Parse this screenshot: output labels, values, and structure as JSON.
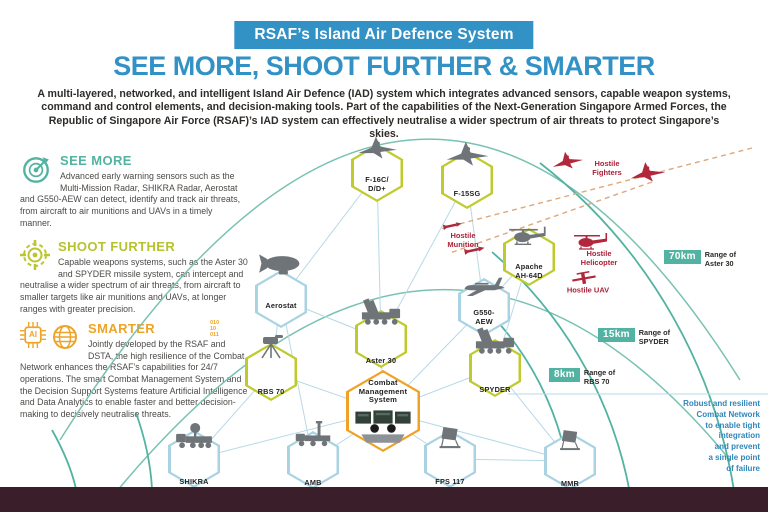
{
  "header": {
    "banner": "RSAF’s Island Air Defence System",
    "title": "SEE MORE, SHOOT FURTHER & SMARTER",
    "intro": "A multi-layered, networked, and intelligent Island Air Defence (IAD) system which integrates advanced sensors, capable weapon systems, command and control elements, and decision-making tools. Part of the capabilities of the Next-Generation Singapore Armed Forces, the Republic of Singapore Air Force (RSAF)’s IAD system can effectively neutralise a wider spectrum of air threats to protect Singapore’s skies."
  },
  "sections": {
    "see_more": {
      "title": "SEE MORE",
      "body": "Advanced early warning sensors such as the Multi-Mission Radar, SHIKRA Radar, Aerostat and G550-AEW can detect, identify and track air threats, from aircraft to air munitions and UAVs in a timely manner."
    },
    "shoot_further": {
      "title": "SHOOT FURTHER",
      "body": "Capable weapons systems, such as the Aster 30 and SPYDER missile system, can intercept and neutralise a wider spectrum of air threats, from aircraft to smaller targets like air munitions and UAVs, at longer ranges with greater precision."
    },
    "smarter": {
      "title": "SMARTER",
      "chip_label": "AI",
      "binary": "010\n10\n011",
      "body": "Jointly developed by the RSAF and DSTA, the high resilience of the Combat Network enhances the RSAF’s capabilities for 24/7 operations. The smart Combat Management System and the Decision Support Systems feature Artificial Intelligence and Data Analytics to enable faster and better decision-making to decisively neutralise threats."
    }
  },
  "diagram": {
    "nodes": [
      {
        "id": "f16",
        "label": "F-16C/\nD/D+"
      },
      {
        "id": "f15",
        "label": "F-15SG"
      },
      {
        "id": "apache",
        "label": "Apache\nAH-64D"
      },
      {
        "id": "aerostat",
        "label": "Aerostat"
      },
      {
        "id": "g550",
        "label": "G550-\nAEW"
      },
      {
        "id": "aster30",
        "label": "Aster 30"
      },
      {
        "id": "rbs70",
        "label": "RBS 70"
      },
      {
        "id": "spyder",
        "label": "SPYDER"
      },
      {
        "id": "cms",
        "label": "Combat\nManagement\nSystem"
      },
      {
        "id": "shikra",
        "label": "SHIKRA"
      },
      {
        "id": "amb",
        "label": "AMB"
      },
      {
        "id": "fps117",
        "label": "FPS 117"
      },
      {
        "id": "mmr",
        "label": "MMR"
      }
    ],
    "hostiles": [
      {
        "id": "hostile-fighters",
        "label": "Hostile\nFighters"
      },
      {
        "id": "hostile-munition",
        "label": "Hostile\nMunition"
      },
      {
        "id": "hostile-helicopter",
        "label": "Hostile\nHelicopter"
      },
      {
        "id": "hostile-uav",
        "label": "Hostile UAV"
      }
    ],
    "ranges": [
      {
        "value": "70km",
        "caption": "Range of\nAster 30"
      },
      {
        "value": "15km",
        "caption": "Range of\nSPYDER"
      },
      {
        "value": "8km",
        "caption": "Range of\nRBS 70"
      }
    ],
    "note": "Robust and resilient\nCombat Network\nto enable tight\nintegration\nand prevent\na single point\nof failure"
  },
  "colors": {
    "accent_blue": "#3392c5",
    "teal": "#52b3a1",
    "lime": "#bfca2d",
    "orange": "#f0a226",
    "hostile_red": "#ab2138",
    "bottom_bar": "#3a1f2b"
  }
}
